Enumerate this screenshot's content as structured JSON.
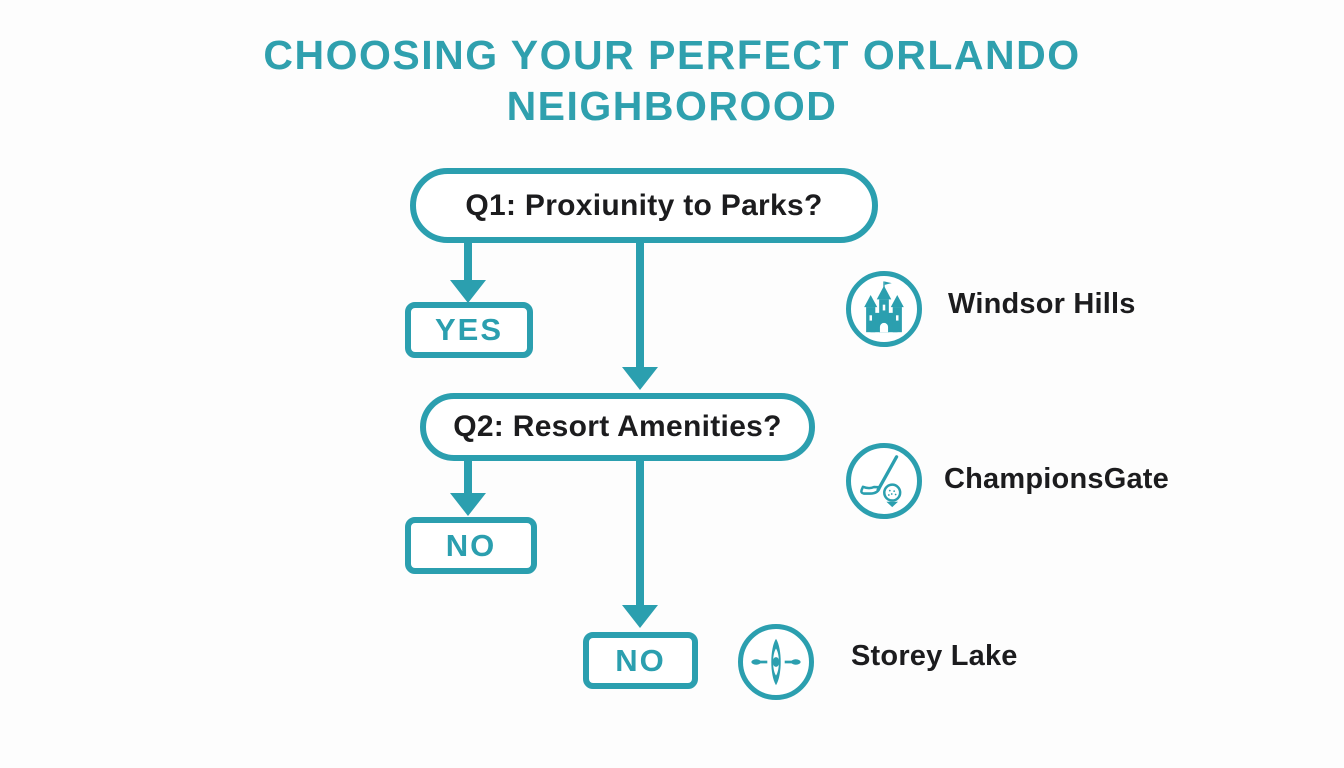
{
  "colors": {
    "teal": "#2B9FAF",
    "title_teal": "#2FA0AE",
    "text_black": "#1C1C1E",
    "background": "#FDFDFD"
  },
  "title": {
    "line1": "CHOOSING YOUR PERFECT ORLANDO",
    "line2": "NEIGHBOROOD"
  },
  "flowchart": {
    "q1": {
      "label": "Q1: Proxiunity to Parks?"
    },
    "q1_yes": {
      "label": "YES"
    },
    "q2": {
      "label": "Q2: Resort Amenities?"
    },
    "q2_no": {
      "label": "NO"
    },
    "q3_no": {
      "label": "NO"
    }
  },
  "neighborhoods": [
    {
      "name": "Windsor Hills",
      "icon": "castle-icon"
    },
    {
      "name": "ChampionsGate",
      "icon": "golf-icon"
    },
    {
      "name": "Storey Lake",
      "icon": "kayak-icon"
    }
  ]
}
